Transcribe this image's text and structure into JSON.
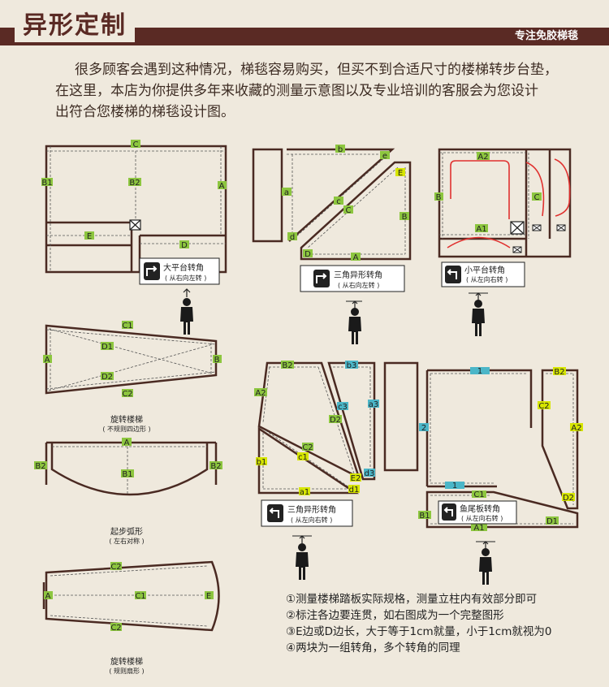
{
  "header": {
    "title": "异形定制",
    "tagline": "专注免胶梯毯"
  },
  "intro": {
    "line1": "很多顾客会遇到这种情况，梯毯容易购买，但买不到合适尺寸的楼梯转步台垫，",
    "line2": "在这里，本店为你提供多年来收藏的测量示意图以及专业培训的客服会为您设计",
    "line3": "出符合您楼梯的梯毯设计图。"
  },
  "diagrams": {
    "large_platform": {
      "labels": {
        "c": "C",
        "b1": "B1",
        "b2": "B2",
        "a": "A",
        "e": "E",
        "d": "D"
      },
      "title": "大平台转角",
      "sub": "( 从右向左转 )"
    },
    "triangle_left": {
      "labels": {
        "b": "b",
        "e": "e",
        "a": "a",
        "c": "c",
        "C": "C",
        "E": "E",
        "B": "B",
        "d": "d",
        "D": "D",
        "A": "A"
      },
      "title": "三角异形转角",
      "sub": "( 从右向左转 )"
    },
    "small_platform": {
      "labels": {
        "a2": "A2",
        "b": "B",
        "c": "C",
        "a1": "A1"
      },
      "title": "小平台转角",
      "sub": "( 从左向右转 )"
    },
    "spiral_quad": {
      "labels": {
        "c1": "C1",
        "a": "A",
        "b": "B",
        "d1": "D1",
        "d2": "D2",
        "c2": "C2"
      },
      "title": "旋转楼梯",
      "sub": "( 不规则四边形 )"
    },
    "arc_start": {
      "labels": {
        "a": "A",
        "b2l": "B2",
        "b1": "B1",
        "b2r": "B2"
      },
      "title": "起步弧形",
      "sub": "( 左右对称 )"
    },
    "spiral_fan": {
      "labels": {
        "c2t": "C2",
        "a": "A",
        "c1": "C1",
        "e": "E",
        "c2b": "C2"
      },
      "title": "旋转楼梯",
      "sub": "( 规则扇形 )"
    },
    "triangle_right": {
      "labels": {
        "b2": "B2",
        "b3": "b3",
        "a2": "A2",
        "c3": "c3",
        "a3": "a3",
        "d2": "D2",
        "c2": "C2",
        "c1": "c1",
        "b1": "b1",
        "e2": "E2",
        "d3": "d3",
        "a1": "a1",
        "d1": "d1"
      },
      "title": "三角异形转角",
      "sub": "( 从左向右转 )"
    },
    "fishtail": {
      "labels": {
        "top1": "1",
        "b2": "B2",
        "c2": "C2",
        "two": "2",
        "a2": "A2",
        "one": "1",
        "c1": "C1",
        "d2": "D2",
        "b1": "B1",
        "d1": "D1",
        "a1": "A1"
      },
      "title": "鱼尾板转角",
      "sub": "( 从左向右转 )"
    }
  },
  "notes": [
    "①测量楼梯踏板实际规格，测量立柱内有效部分即可",
    "②标注各边要连贯，如右图成为一个完整图形",
    "③E边或D边长，大于等于1cm就量，小于1cm就视为0",
    "④两块为一组转角，多个转角的同理"
  ],
  "colors": {
    "brown": "#5a2a24",
    "label_green": "#8dc63f",
    "label_teal": "#4bb6c8",
    "label_yellow": "#d7e600",
    "red": "#e0312f",
    "bg": "#efe9dd"
  }
}
